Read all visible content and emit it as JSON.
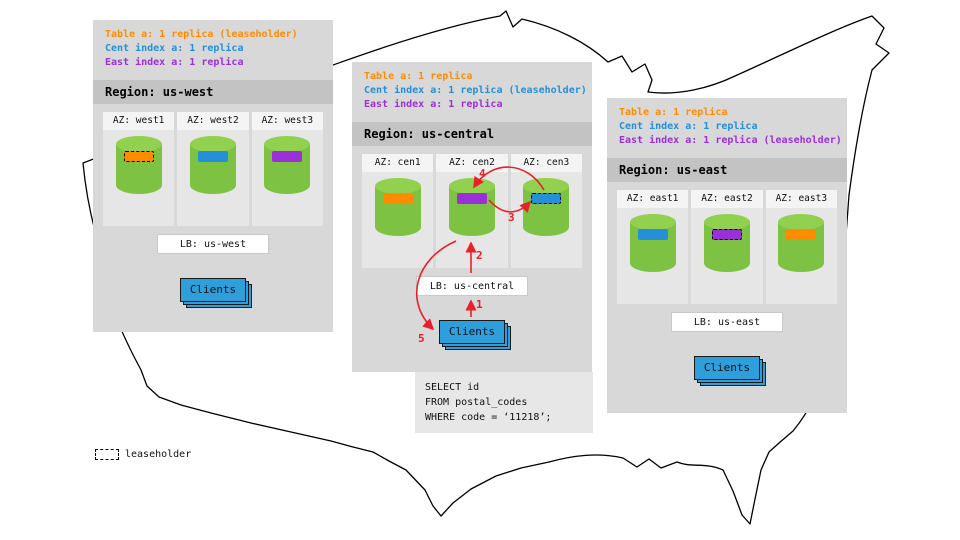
{
  "colors": {
    "orange": "#FF8C00",
    "blue": "#2590D9",
    "purple": "#9B30D9",
    "green": "#7DC242",
    "green_top": "#92D14F",
    "red": "#E8202A",
    "panel_bg": "#D8D8D8",
    "region_bar_bg": "#C3C3C3",
    "az_bg": "#E6E6E6",
    "az_header_bg": "#F4F4F4",
    "clients_bg": "#2E9FDB",
    "query_bg": "#E7E7E7"
  },
  "regions": [
    {
      "title": "Region: us-west",
      "info": [
        {
          "text": "Table a: 1 replica (leaseholder)",
          "color": "#FF8C00"
        },
        {
          "text": "Cent index a: 1 replica",
          "color": "#2590D9"
        },
        {
          "text": "East index a: 1 replica",
          "color": "#9B30D9"
        }
      ],
      "azs": [
        {
          "label": "AZ: west1",
          "replica": {
            "color": "#FF8C00",
            "leaseholder": true
          }
        },
        {
          "label": "AZ: west2",
          "replica": {
            "color": "#2590D9",
            "leaseholder": false
          }
        },
        {
          "label": "AZ: west3",
          "replica": {
            "color": "#9B30D9",
            "leaseholder": false
          }
        }
      ],
      "lb": "LB: us-west",
      "clients": "Clients"
    },
    {
      "title": "Region: us-central",
      "info": [
        {
          "text": "Table a: 1 replica",
          "color": "#FF8C00"
        },
        {
          "text": "Cent index a: 1 replica (leaseholder)",
          "color": "#2590D9"
        },
        {
          "text": "East index a: 1 replica",
          "color": "#9B30D9"
        }
      ],
      "azs": [
        {
          "label": "AZ: cen1",
          "replica": {
            "color": "#FF8C00",
            "leaseholder": false
          }
        },
        {
          "label": "AZ: cen2",
          "replica": {
            "color": "#9B30D9",
            "leaseholder": false
          }
        },
        {
          "label": "AZ: cen3",
          "replica": {
            "color": "#2590D9",
            "leaseholder": true
          }
        }
      ],
      "lb": "LB: us-central",
      "clients": "Clients"
    },
    {
      "title": "Region: us-east",
      "info": [
        {
          "text": "Table a: 1 replica",
          "color": "#FF8C00"
        },
        {
          "text": "Cent index a: 1 replica",
          "color": "#2590D9"
        },
        {
          "text": "East index a: 1 replica (leaseholder)",
          "color": "#9B30D9"
        }
      ],
      "azs": [
        {
          "label": "AZ: east1",
          "replica": {
            "color": "#2590D9",
            "leaseholder": false
          }
        },
        {
          "label": "AZ: east2",
          "replica": {
            "color": "#9B30D9",
            "leaseholder": true
          }
        },
        {
          "label": "AZ: east3",
          "replica": {
            "color": "#FF8C00",
            "leaseholder": false
          }
        }
      ],
      "lb": "LB: us-east",
      "clients": "Clients"
    }
  ],
  "flow_steps": [
    "1",
    "2",
    "3",
    "4",
    "5"
  ],
  "query": {
    "lines": [
      "SELECT id",
      "FROM postal_codes",
      "WHERE code = ‘11218’;"
    ]
  },
  "legend": {
    "label": "leaseholder"
  }
}
